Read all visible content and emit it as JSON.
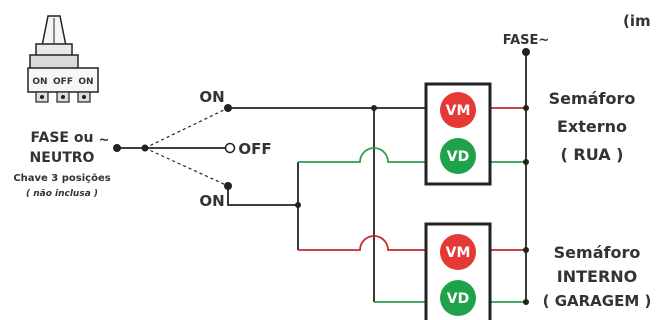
{
  "header": {
    "cropped_label": "(im"
  },
  "supply": {
    "label": "FASE~"
  },
  "toggle": {
    "positions": [
      "ON",
      "OFF",
      "ON"
    ],
    "input_label_line1": "FASE ou",
    "input_label_line2": "NEUTRO",
    "tilde": "~",
    "type_label": "Chave 3 posições",
    "note": "( não inclusa )"
  },
  "switch_terminals": {
    "top": "ON",
    "middle": "OFF",
    "bottom": "ON"
  },
  "lamps": {
    "red": "VM",
    "green": "VD"
  },
  "traffic_lights": [
    {
      "line1": "Semáforo",
      "line2": "Externo",
      "line3": "( RUA )"
    },
    {
      "line1": "Semáforo",
      "line2": "INTERNO",
      "line3": "( GARAGEM )"
    }
  ],
  "colors": {
    "wire": "#222222",
    "red_wire": "#c62828",
    "green_wire": "#2e9e4f",
    "lamp_red": "#e53935",
    "lamp_green": "#1fa34a",
    "text": "#333333"
  }
}
